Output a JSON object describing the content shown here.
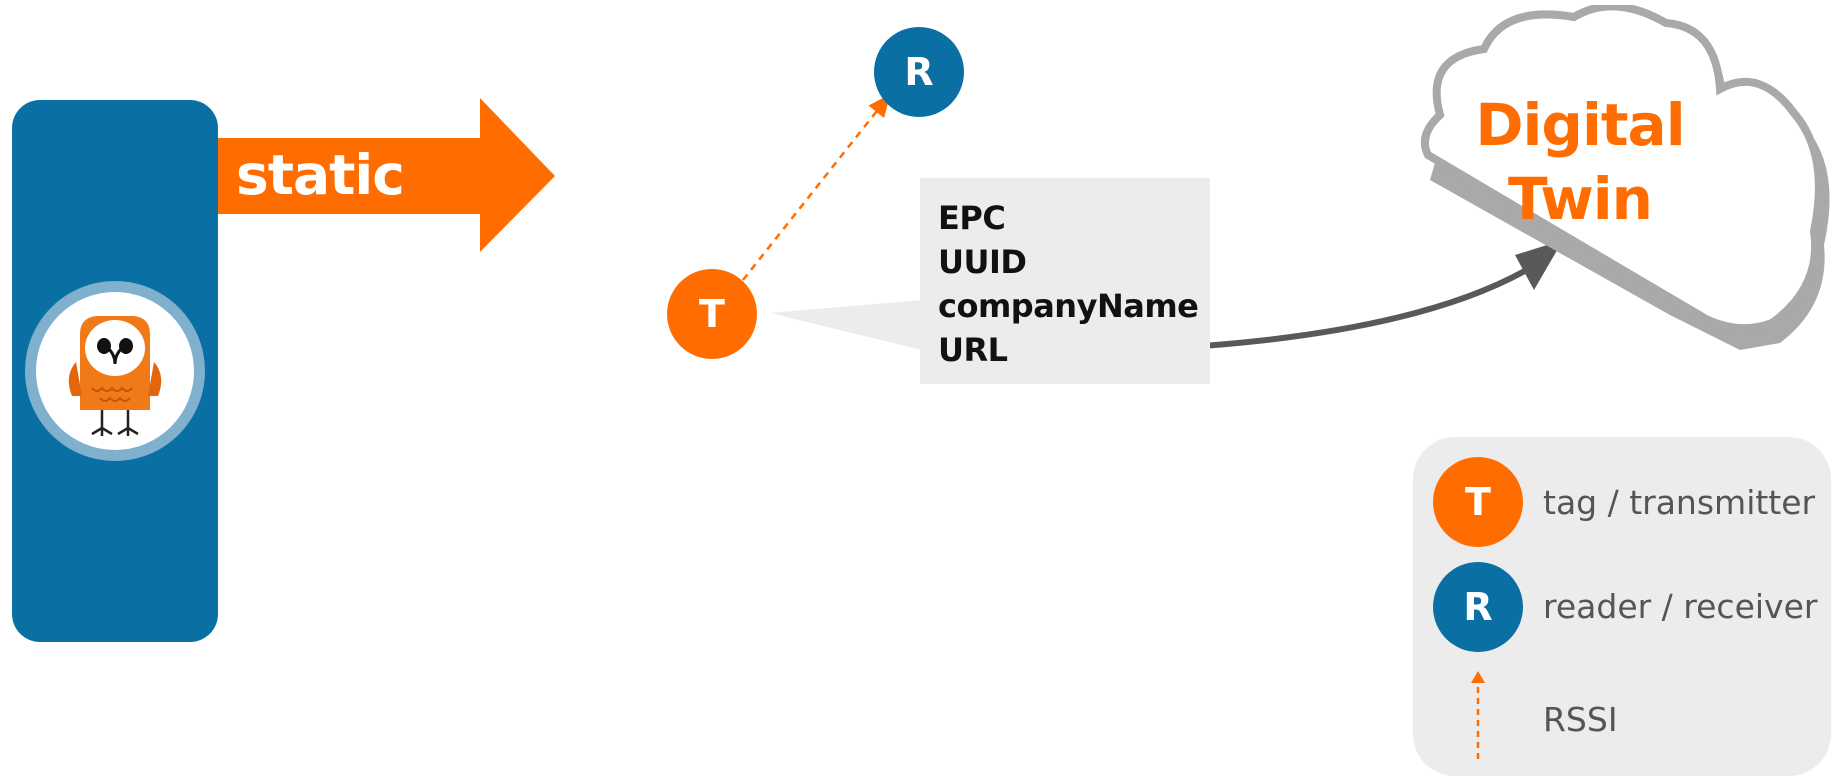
{
  "diagram": {
    "arrow": {
      "label": "static"
    },
    "reader_node": {
      "label": "R"
    },
    "tag_node": {
      "label": "T"
    },
    "info_fields": [
      "EPC",
      "UUID",
      "companyName",
      "URL"
    ],
    "cloud": {
      "line1": "Digital",
      "line2": "Twin"
    }
  },
  "legend": {
    "items": [
      {
        "symbol": "T",
        "text": "tag / transmitter"
      },
      {
        "symbol": "R",
        "text": "reader / receiver"
      },
      {
        "symbol": "",
        "text": "RSSI"
      }
    ]
  },
  "colors": {
    "brand_blue": "#0a6fa3",
    "brand_orange": "#ff6d00",
    "gray": "#555555"
  }
}
